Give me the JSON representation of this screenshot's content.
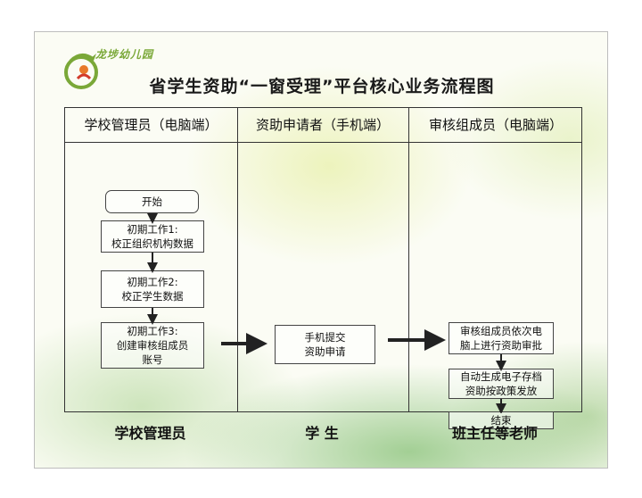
{
  "brand": {
    "name": "龙埗幼儿园",
    "colors": {
      "green": "#7aa838",
      "orange": "#e8792a",
      "red": "#d23a2a"
    }
  },
  "title": "省学生资助“一窗受理”平台核心业务流程图",
  "columns": [
    {
      "header": "学校管理员（电脑端）",
      "footer": "学校管理员"
    },
    {
      "header": "资助申请者（手机端）",
      "footer": "学  生"
    },
    {
      "header": "审核组成员（电脑端）",
      "footer": "班主任等老师"
    }
  ],
  "steps": {
    "start": "开始",
    "step1": [
      "初期工作1:",
      "校正组织机构数据"
    ],
    "step2": [
      "初期工作2:",
      "校正学生数据"
    ],
    "step3": [
      "初期工作3:",
      "创建审核组成员",
      "账号"
    ],
    "submit": [
      "手机提交",
      "资助申请"
    ],
    "review": [
      "审核组成员依次电",
      "脑上进行资助审批"
    ],
    "archive": [
      "自动生成电子存档",
      "资助按政策发放"
    ],
    "end": "结束"
  }
}
